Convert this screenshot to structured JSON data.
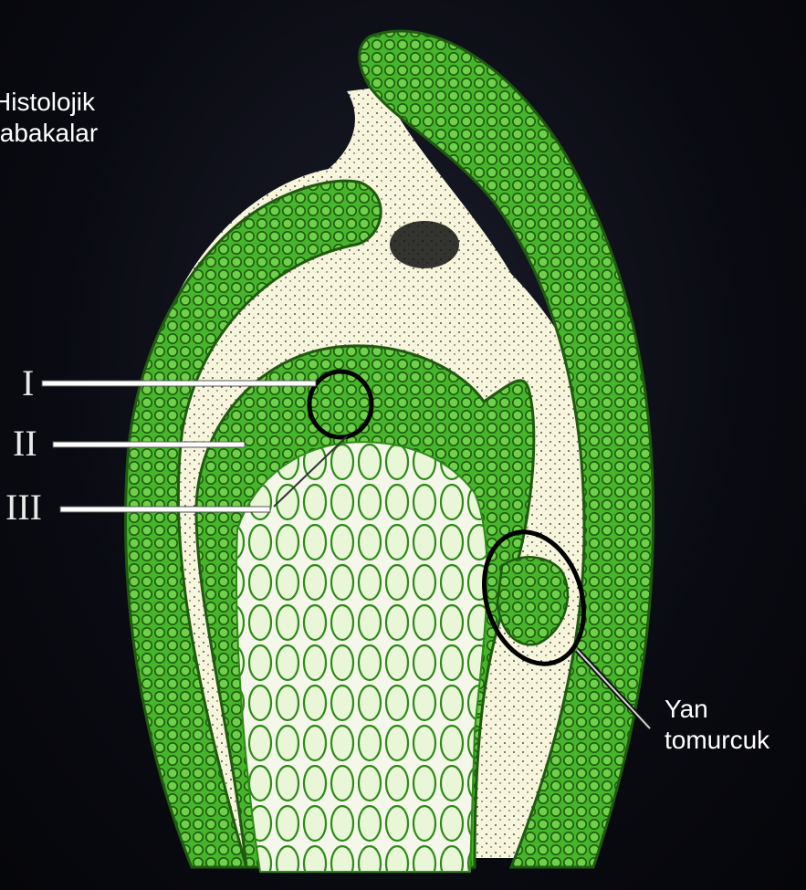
{
  "labels": {
    "histolojik_line1": "Histolojik",
    "histolojik_line2": "tabakalar",
    "yan_line1": "Yan",
    "yan_line2": "tomurcuk"
  },
  "layers": [
    "I",
    "II",
    "III"
  ],
  "colors": {
    "background": "#0a0b12",
    "tissue_green": "#3aa820",
    "cell_outline": "#1f5a10",
    "cream": "#f7f5dc",
    "label_text": "#ffffff",
    "pointer_line": "#d8d8d8"
  }
}
